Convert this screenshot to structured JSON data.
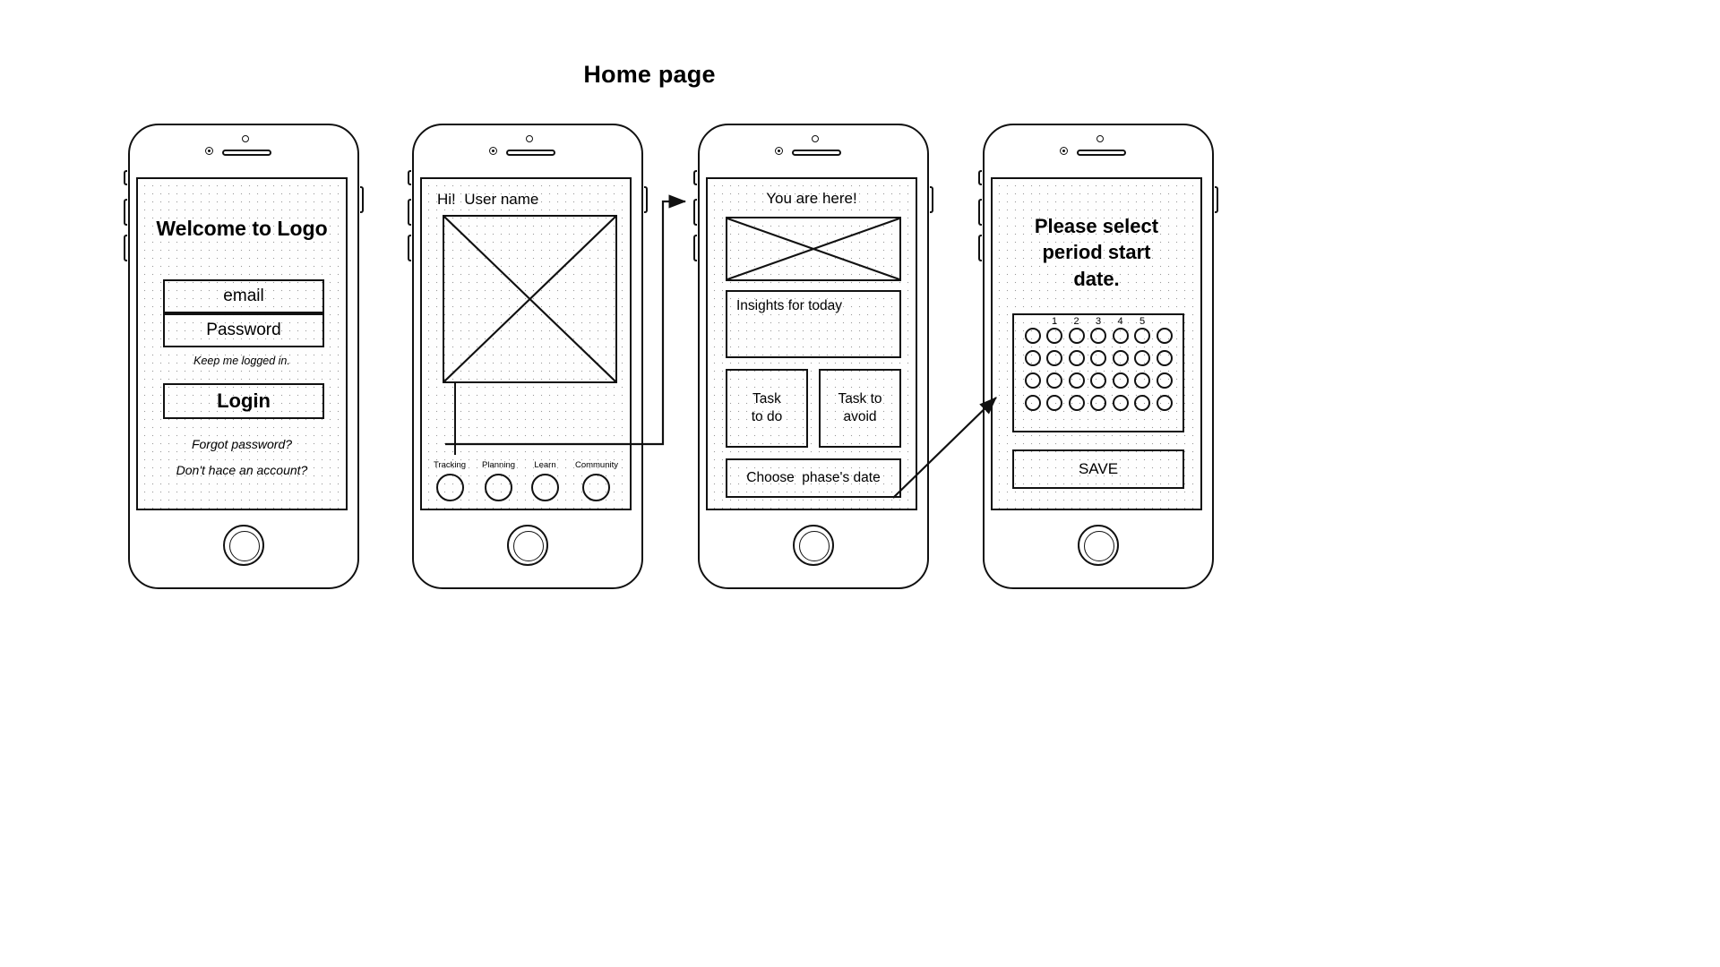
{
  "title": "Home page",
  "screens": [
    {
      "id": "login",
      "heading": "Welcome to\nLogo",
      "email_placeholder": "email",
      "password_placeholder": "Password",
      "keep_logged_in": "Keep me logged in.",
      "login_button": "Login",
      "forgot_password": "Forgot password?",
      "no_account": "Don't hace an account?"
    },
    {
      "id": "home",
      "greeting": "Hi!  User name",
      "nav": [
        {
          "label": "Tracking"
        },
        {
          "label": "Planning"
        },
        {
          "label": "Learn"
        },
        {
          "label": "Community"
        }
      ]
    },
    {
      "id": "tracking",
      "heading": "You are here!",
      "insights_label": "Insights for today",
      "task_todo": "Task\nto do",
      "task_avoid": "Task to\navoid",
      "choose_date": "Choose  phase's date"
    },
    {
      "id": "period-start",
      "heading": "Please select\nperiod start\ndate.",
      "day_numbers": [
        "",
        "1",
        "2",
        "3",
        "4",
        "5",
        ""
      ],
      "rows": 4,
      "columns": 7,
      "save_button": "SAVE"
    }
  ],
  "colors": {
    "stroke": "#111111",
    "background": "#ffffff",
    "screen_fill": "#fefefe",
    "grid_dot": "#9a9a9a"
  }
}
